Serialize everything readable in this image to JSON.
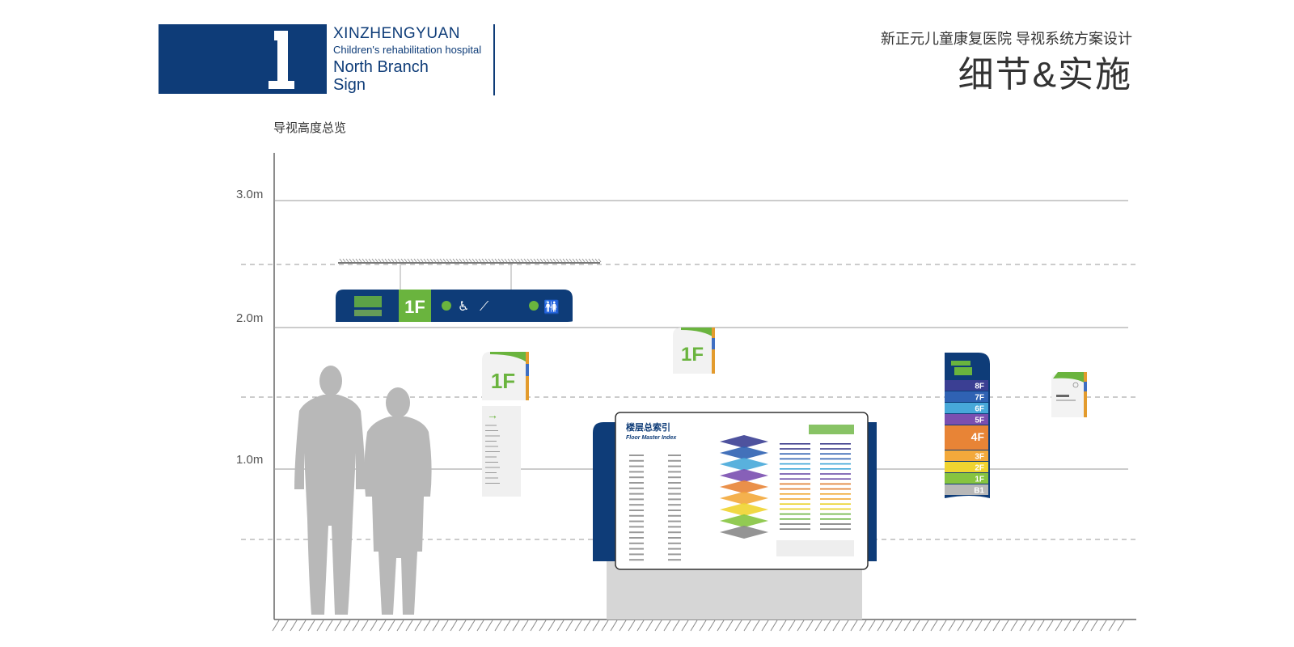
{
  "header": {
    "brand_name": "XINZHENGYUAN",
    "brand_subtitle": "Children's rehabilitation hospital",
    "branch": "North Branch",
    "sign_word": "Sign",
    "project_subtitle": "新正元儿童康复医院 导视系统方案设计",
    "project_title": "细节&实施"
  },
  "section": {
    "label": "导视高度总览"
  },
  "height_marks": [
    {
      "label": "3.0m",
      "value": 3.0
    },
    {
      "label": "2.0m",
      "value": 2.0
    },
    {
      "label": "1.0m",
      "value": 1.0
    }
  ],
  "signs": {
    "hanging_floor": "1F",
    "wall_floor_a": "1F",
    "wall_floor_b": "1F",
    "index_title": "楼层总索引",
    "index_title_en": "Floor Master Index"
  },
  "floor_list": [
    "8F",
    "7F",
    "6F",
    "5F",
    "4F",
    "3F",
    "2F",
    "1F",
    "B1"
  ],
  "colors": {
    "brand_blue": "#0e3c78",
    "accent_green": "#6ab43e",
    "silhouette_gray": "#b8b8b8"
  }
}
